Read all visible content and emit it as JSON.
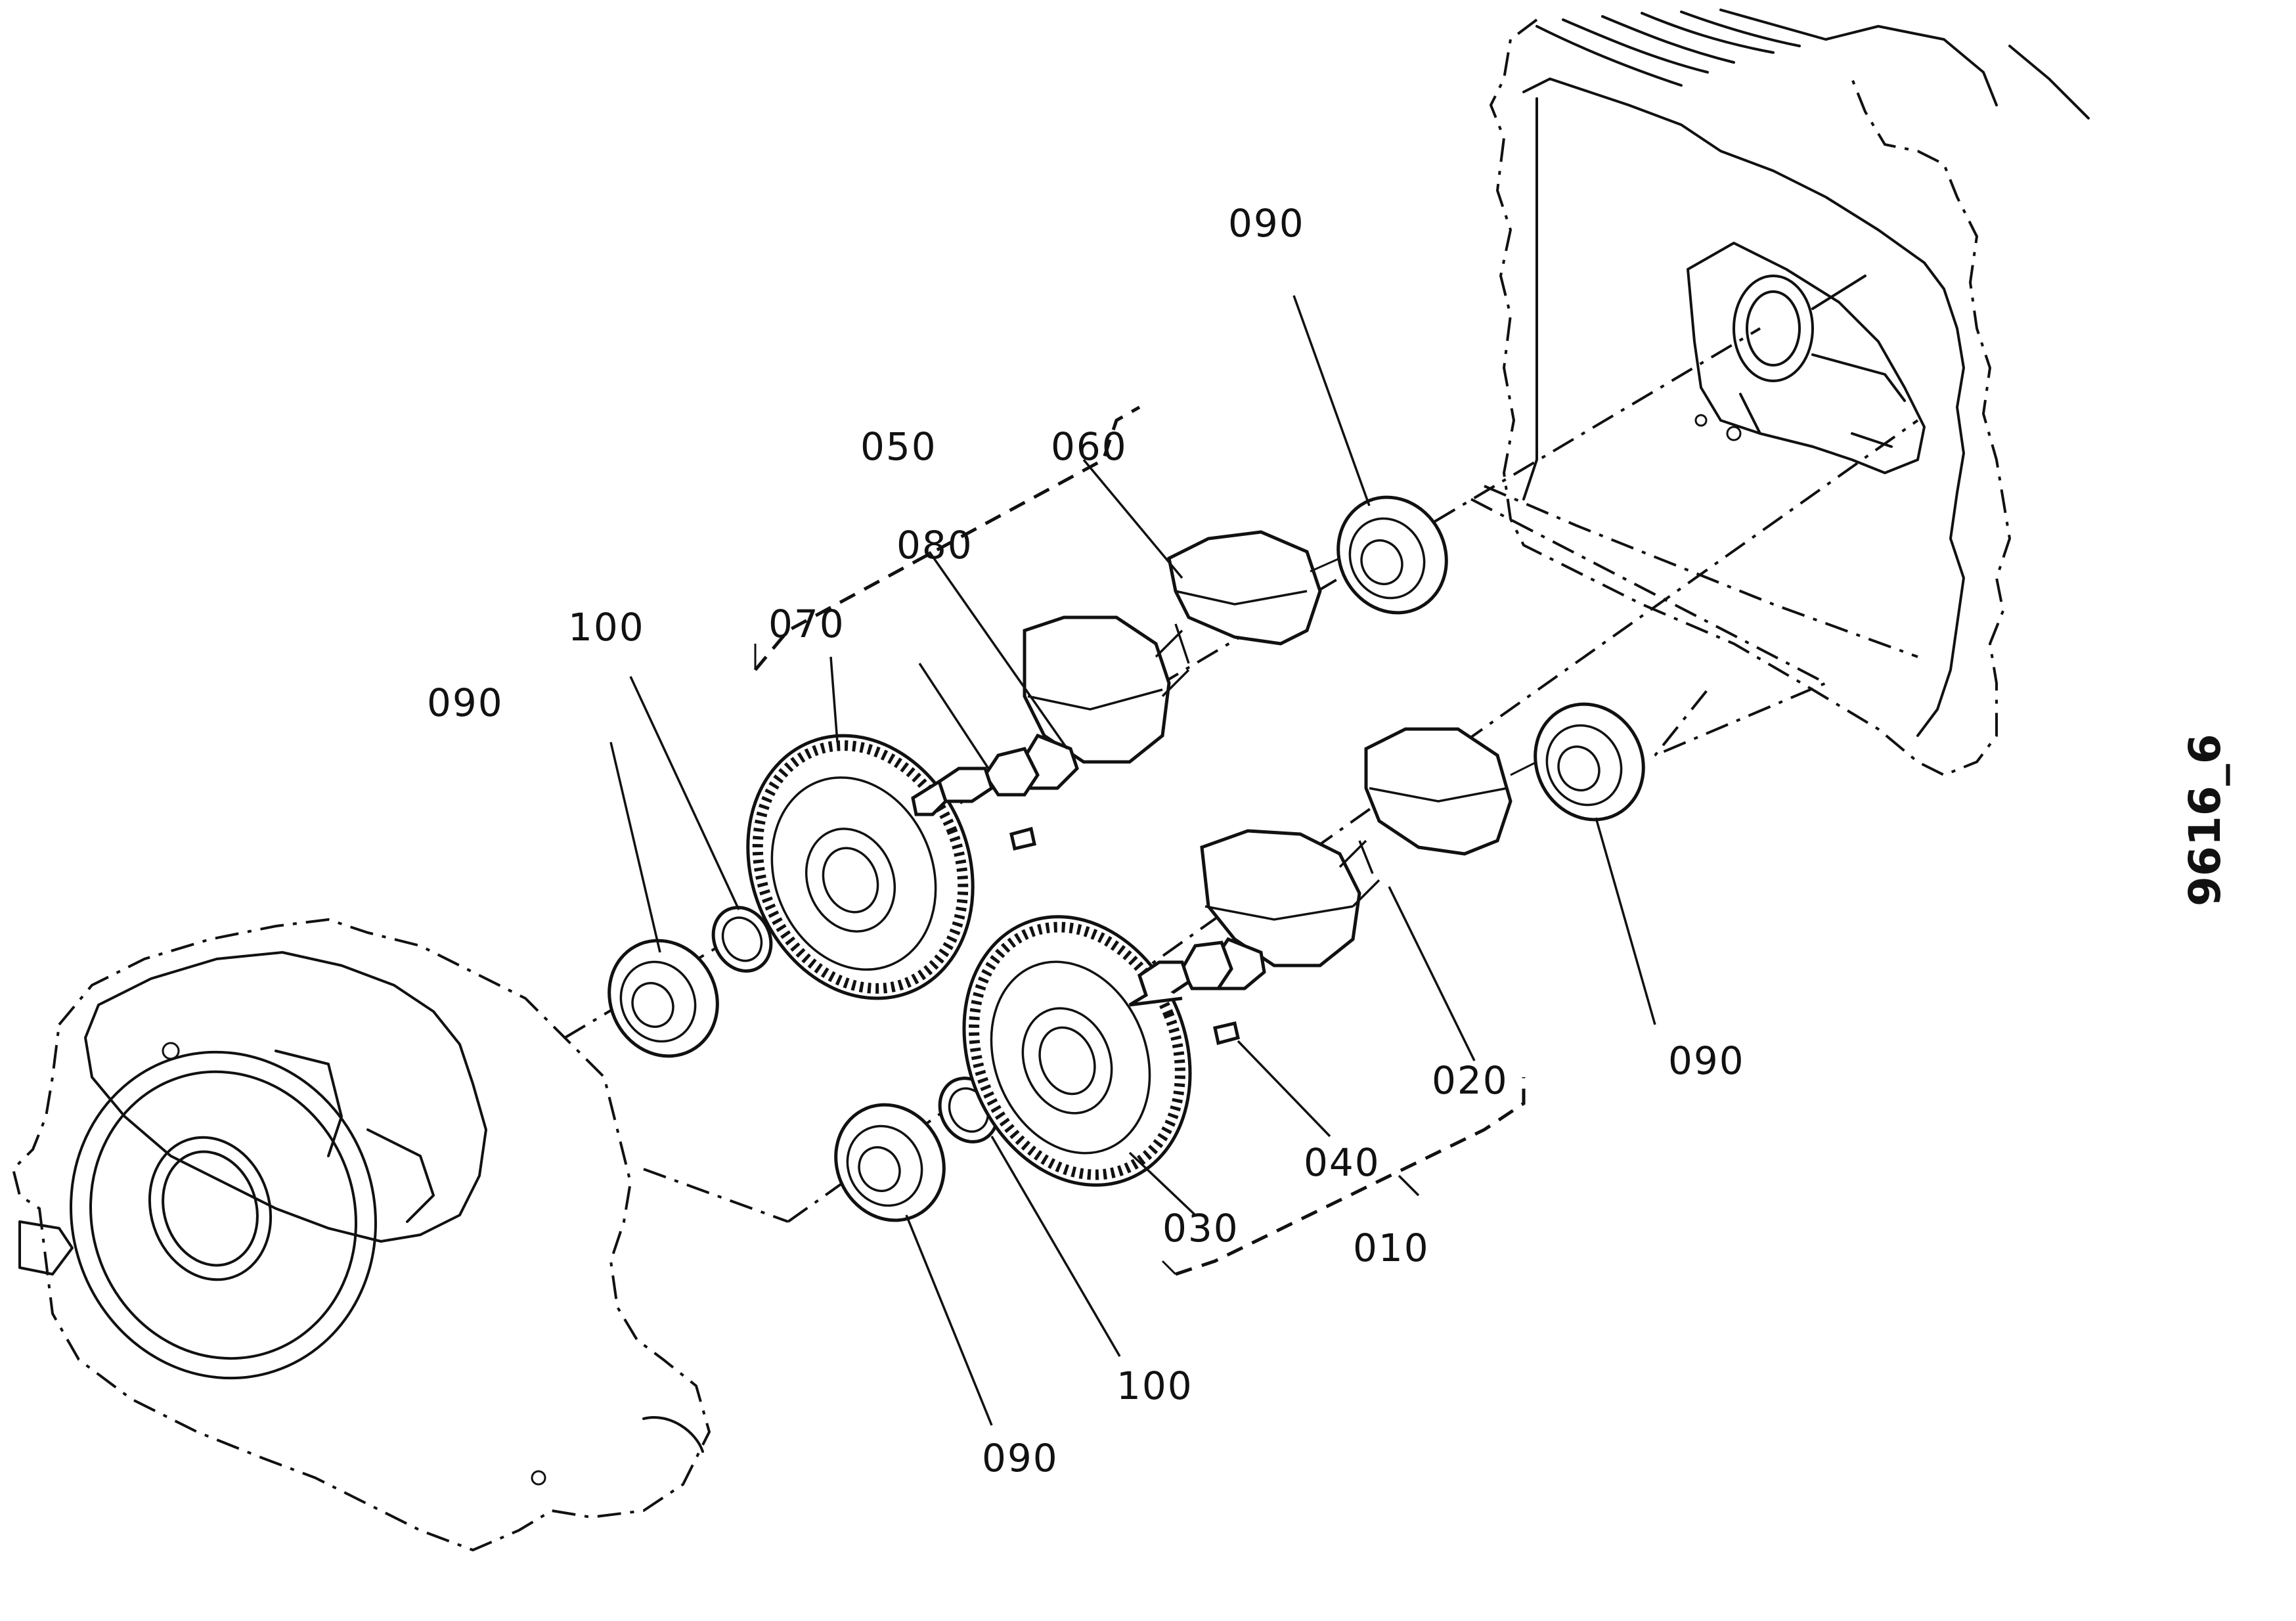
{
  "drawing_code": "9616_6",
  "callouts": {
    "c010": "010",
    "c020": "020",
    "c030": "030",
    "c040": "040",
    "c050": "050",
    "c060": "060",
    "c070": "070",
    "c080": "080",
    "c090_top": "090",
    "c090_left": "090",
    "c090_right": "090",
    "c090_bottom": "090",
    "c100_upper": "100",
    "c100_lower": "100"
  }
}
